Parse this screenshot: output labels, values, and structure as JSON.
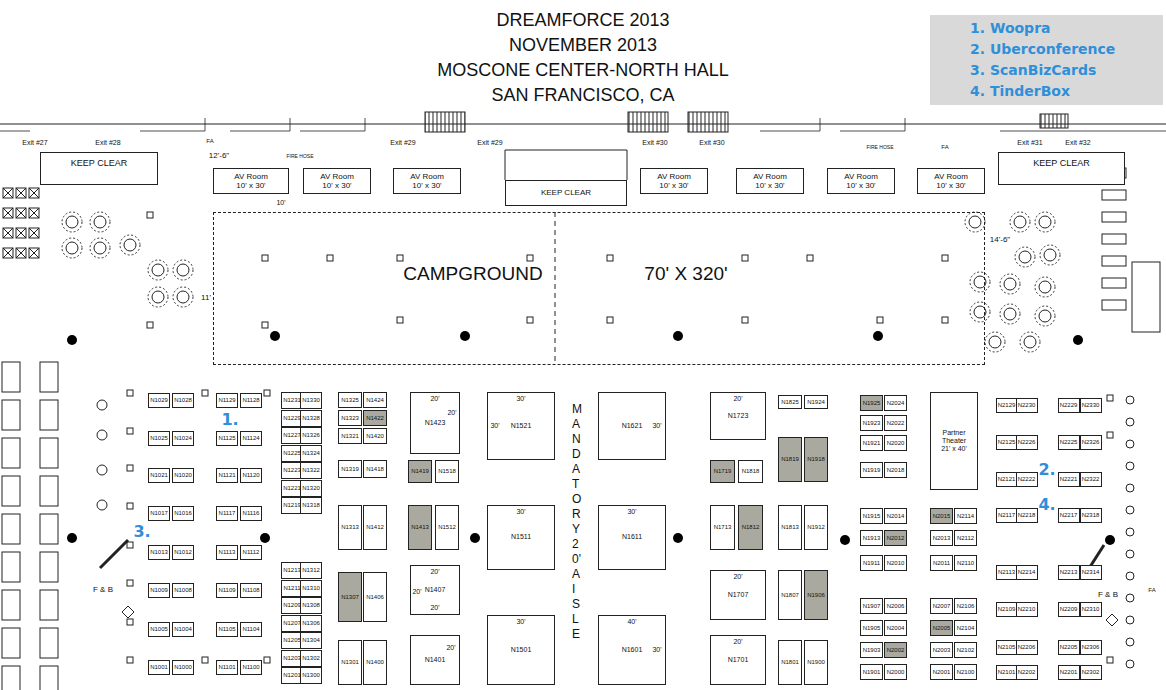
{
  "diagram": {
    "title": "DREAMFORCE 2013",
    "nodes": [
      {
        "text": [
          "1. Woopra",
          "2. Uberconference",
          "3. ScanBizCards",
          "4. TinderBox"
        ]
      },
      {
        "text": [
          "KEEP CLEAR"
        ]
      },
      {
        "text": [
          "AV Room 10' x 30'"
        ]
      },
      {
        "text": [
          "AV Room 10' x 30'"
        ]
      },
      {
        "text": [
          "AV Room 10' x 30'"
        ]
      },
      {
        "text": [
          "KEEP CLEAR"
        ]
      },
      {
        "text": [
          "AV Room 10' x 30'"
        ]
      },
      {
        "text": [
          "AV Room 10' x 30'"
        ]
      },
      {
        "text": [
          "AV Room 10' x 30'"
        ]
      },
      {
        "text": [
          "AV Room 10' x 30'"
        ]
      },
      {
        "text": [
          "KEEP CLEAR"
        ]
      },
      {
        "text": [
          "CAMPGROUND",
          "70' X 320'"
        ]
      },
      {
        "text": [
          "N1029"
        ]
      },
      {
        "text": [
          "N1028"
        ]
      },
      {
        "text": [
          "N1129"
        ]
      },
      {
        "text": [
          "N1128"
        ]
      },
      {
        "text": [
          "N1025"
        ]
      },
      {
        "text": [
          "N1024"
        ]
      },
      {
        "text": [
          "N1125"
        ]
      },
      {
        "text": [
          "N1124"
        ]
      },
      {
        "text": [
          "N1021"
        ]
      },
      {
        "text": [
          "N1020"
        ]
      },
      {
        "text": [
          "N1121"
        ]
      },
      {
        "text": [
          "N1120"
        ]
      },
      {
        "text": [
          "N1017"
        ]
      },
      {
        "text": [
          "N1016"
        ]
      },
      {
        "text": [
          "N1117"
        ]
      },
      {
        "text": [
          "N1116"
        ]
      },
      {
        "text": [
          "N1013"
        ]
      },
      {
        "text": [
          "N1012"
        ]
      },
      {
        "text": [
          "N1113"
        ]
      },
      {
        "text": [
          "N1112"
        ]
      },
      {
        "text": [
          "N1009"
        ]
      },
      {
        "text": [
          "N1008"
        ]
      },
      {
        "text": [
          "N1109"
        ]
      },
      {
        "text": [
          "N1108"
        ]
      },
      {
        "text": [
          "N1005"
        ]
      },
      {
        "text": [
          "N1004"
        ]
      },
      {
        "text": [
          "N1105"
        ]
      },
      {
        "text": [
          "N1104"
        ]
      },
      {
        "text": [
          "N1001"
        ]
      },
      {
        "text": [
          "N1000"
        ]
      },
      {
        "text": [
          "N1101"
        ]
      },
      {
        "text": [
          "N1100"
        ]
      },
      {
        "text": [
          "N1231"
        ]
      },
      {
        "text": [
          "N1330"
        ]
      },
      {
        "text": [
          "N1229"
        ]
      },
      {
        "text": [
          "N1328"
        ]
      },
      {
        "text": [
          "N1227"
        ]
      },
      {
        "text": [
          "N1326"
        ]
      },
      {
        "text": [
          "N1225"
        ]
      },
      {
        "text": [
          "N1324"
        ]
      },
      {
        "text": [
          "N1223"
        ]
      },
      {
        "text": [
          "N1322"
        ]
      },
      {
        "text": [
          "N1221"
        ]
      },
      {
        "text": [
          "N1320"
        ]
      },
      {
        "text": [
          "N1219"
        ]
      },
      {
        "text": [
          "N1318"
        ]
      },
      {
        "text": [
          "N1213"
        ]
      },
      {
        "text": [
          "N1312"
        ]
      },
      {
        "text": [
          "N1211"
        ]
      },
      {
        "text": [
          "N1310"
        ]
      },
      {
        "text": [
          "N1209"
        ]
      },
      {
        "text": [
          "N1308"
        ]
      },
      {
        "text": [
          "N1207"
        ]
      },
      {
        "text": [
          "N1306"
        ]
      },
      {
        "text": [
          "N1205"
        ]
      },
      {
        "text": [
          "N1304"
        ]
      },
      {
        "text": [
          "N1203"
        ]
      },
      {
        "text": [
          "N1302"
        ]
      },
      {
        "text": [
          "N1201"
        ]
      },
      {
        "text": [
          "N1300"
        ]
      },
      {
        "text": [
          "N1325"
        ]
      },
      {
        "text": [
          "N1424"
        ]
      },
      {
        "text": [
          "N1323"
        ]
      },
      {
        "text": [
          "N1422"
        ]
      },
      {
        "text": [
          "N1321"
        ]
      },
      {
        "text": [
          "N1420"
        ]
      },
      {
        "text": [
          "N1319"
        ]
      },
      {
        "text": [
          "N1418"
        ]
      },
      {
        "text": [
          "N1313"
        ]
      },
      {
        "text": [
          "N1412"
        ]
      },
      {
        "text": [
          "N1307"
        ]
      },
      {
        "text": [
          "N1406"
        ]
      },
      {
        "text": [
          "N1301"
        ]
      },
      {
        "text": [
          "N1400"
        ]
      },
      {
        "text": [
          "N1423"
        ]
      },
      {
        "text": [
          "N1419"
        ]
      },
      {
        "text": [
          "N1518"
        ]
      },
      {
        "text": [
          "N1413"
        ]
      },
      {
        "text": [
          "N1512"
        ]
      },
      {
        "text": [
          "N1407"
        ]
      },
      {
        "text": [
          "N1401"
        ]
      },
      {
        "text": [
          "N1521"
        ]
      },
      {
        "text": [
          "N1621"
        ]
      },
      {
        "text": [
          "N1511"
        ]
      },
      {
        "text": [
          "N1611"
        ]
      },
      {
        "text": [
          "N1501"
        ]
      },
      {
        "text": [
          "N1601"
        ]
      },
      {
        "text": [
          "N1723"
        ]
      },
      {
        "text": [
          "N1719"
        ]
      },
      {
        "text": [
          "N1818"
        ]
      },
      {
        "text": [
          "N1713"
        ]
      },
      {
        "text": [
          "N1812"
        ]
      },
      {
        "text": [
          "N1707"
        ]
      },
      {
        "text": [
          "N1701"
        ]
      },
      {
        "text": [
          "N1825"
        ]
      },
      {
        "text": [
          "N1924"
        ]
      },
      {
        "text": [
          "N1819"
        ]
      },
      {
        "text": [
          "N1918"
        ]
      },
      {
        "text": [
          "N1813"
        ]
      },
      {
        "text": [
          "N1912"
        ]
      },
      {
        "text": [
          "N1807"
        ]
      },
      {
        "text": [
          "N1906"
        ]
      },
      {
        "text": [
          "N1801"
        ]
      },
      {
        "text": [
          "N1900"
        ]
      },
      {
        "text": [
          "N1925"
        ]
      },
      {
        "text": [
          "N2024"
        ]
      },
      {
        "text": [
          "N1923"
        ]
      },
      {
        "text": [
          "N2022"
        ]
      },
      {
        "text": [
          "N1921"
        ]
      },
      {
        "text": [
          "N2020"
        ]
      },
      {
        "text": [
          "N1919"
        ]
      },
      {
        "text": [
          "N2018"
        ]
      },
      {
        "text": [
          "N1915"
        ]
      },
      {
        "text": [
          "N2014"
        ]
      },
      {
        "text": [
          "N1913"
        ]
      },
      {
        "text": [
          "N2012"
        ]
      },
      {
        "text": [
          "N1911"
        ]
      },
      {
        "text": [
          "N2010"
        ]
      },
      {
        "text": [
          "N1907"
        ]
      },
      {
        "text": [
          "N2006"
        ]
      },
      {
        "text": [
          "N1905"
        ]
      },
      {
        "text": [
          "N2004"
        ]
      },
      {
        "text": [
          "N1903"
        ]
      },
      {
        "text": [
          "N2002"
        ]
      },
      {
        "text": [
          "N1901"
        ]
      },
      {
        "text": [
          "N2000"
        ]
      },
      {
        "text": [
          "Partner Theater",
          "21' x 40'"
        ]
      },
      {
        "text": [
          "N2015"
        ]
      },
      {
        "text": [
          "N2114"
        ]
      },
      {
        "text": [
          "N2013"
        ]
      },
      {
        "text": [
          "N2112"
        ]
      },
      {
        "text": [
          "N2011"
        ]
      },
      {
        "text": [
          "N2110"
        ]
      },
      {
        "text": [
          "N2007"
        ]
      },
      {
        "text": [
          "N2106"
        ]
      },
      {
        "text": [
          "N2005"
        ]
      },
      {
        "text": [
          "N2104"
        ]
      },
      {
        "text": [
          "N2003"
        ]
      },
      {
        "text": [
          "N2102"
        ]
      },
      {
        "text": [
          "N2001"
        ]
      },
      {
        "text": [
          "N2100"
        ]
      },
      {
        "text": [
          "N2129"
        ]
      },
      {
        "text": [
          "N2230"
        ]
      },
      {
        "text": [
          "N2229"
        ]
      },
      {
        "text": [
          "N2330"
        ]
      },
      {
        "text": [
          "N2125"
        ]
      },
      {
        "text": [
          "N2226"
        ]
      },
      {
        "text": [
          "N2225"
        ]
      },
      {
        "text": [
          "N2326"
        ]
      },
      {
        "text": [
          "N2121"
        ]
      },
      {
        "text": [
          "N2222"
        ]
      },
      {
        "text": [
          "N2221"
        ]
      },
      {
        "text": [
          "N2322"
        ]
      },
      {
        "text": [
          "N2117"
        ]
      },
      {
        "text": [
          "N2218"
        ]
      },
      {
        "text": [
          "N2217"
        ]
      },
      {
        "text": [
          "N2318"
        ]
      },
      {
        "text": [
          "N2113"
        ]
      },
      {
        "text": [
          "N2214"
        ]
      },
      {
        "text": [
          "N2213"
        ]
      },
      {
        "text": [
          "N2314"
        ]
      },
      {
        "text": [
          "N2109"
        ]
      },
      {
        "text": [
          "N2210"
        ]
      },
      {
        "text": [
          "N2209"
        ]
      },
      {
        "text": [
          "N2310"
        ]
      },
      {
        "text": [
          "N2105"
        ]
      },
      {
        "text": [
          "N2206"
        ]
      },
      {
        "text": [
          "N2205"
        ]
      },
      {
        "text": [
          "N2306"
        ]
      },
      {
        "text": [
          "N2101"
        ]
      },
      {
        "text": [
          "N2202"
        ]
      },
      {
        "text": [
          "N2201"
        ]
      },
      {
        "text": [
          "N2302"
        ]
      }
    ],
    "labels": [
      "NOVEMBER 2013",
      "MOSCONE CENTER-NORTH HALL",
      "SAN FRANCISCO, CA",
      "Exit #27",
      "Exit #28",
      "FA",
      "12'-6\"",
      "FIRE HOSE",
      "Exit #29",
      "Exit #29",
      "Exit #30",
      "Exit #30",
      "FIRE HOSE",
      "FA",
      "Exit #31",
      "Exit #32",
      "10'",
      "14'-6\"",
      "11'",
      "MANDATORY 20' AISLE",
      "20'",
      "20'",
      "30'",
      "30'",
      "30'",
      "30'",
      "30'",
      "30'",
      "40'",
      "30'",
      "20'",
      "20'",
      "20'",
      "20'",
      "20'",
      "20'",
      "20'",
      "F & B",
      "F & B",
      "FA",
      "1.",
      "2.",
      "3.",
      "4."
    ]
  }
}
